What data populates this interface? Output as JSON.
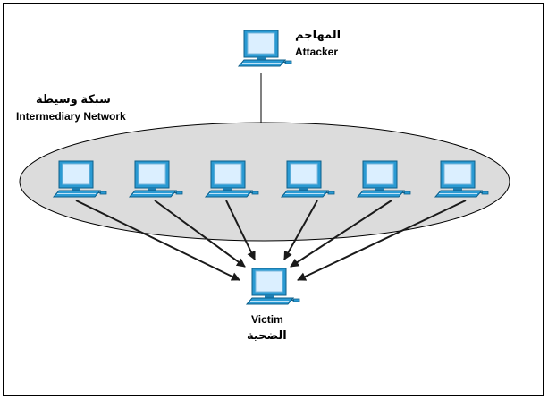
{
  "attacker": {
    "label_ar": "المهاجم",
    "label_en": "Attacker"
  },
  "network": {
    "label_ar": "شبكة وسيطة",
    "label_en": "Intermediary Network",
    "computer_count": 6
  },
  "victim": {
    "label_en": "Victim",
    "label_ar": "الضحية"
  },
  "colors": {
    "frame": "#000000",
    "ellipse_fill": "#dcdcdc",
    "monitor_body": "#2a9ad3",
    "monitor_screen": "#dbefff",
    "arrow": "#1a1a1a"
  },
  "icons": {
    "attacker": "computer-icon",
    "network_node": "computer-icon",
    "victim": "computer-icon"
  }
}
